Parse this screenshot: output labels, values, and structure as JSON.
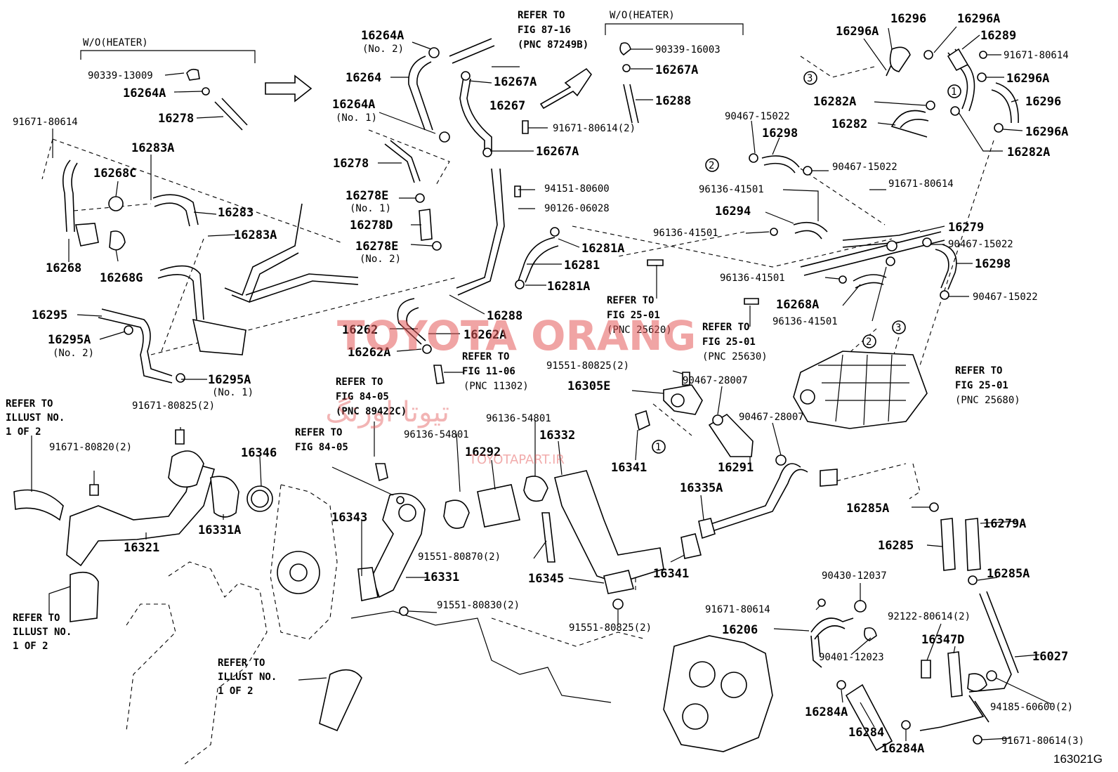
{
  "diagram_code": "163021G",
  "watermark": {
    "title": "TOYOTA ORANG",
    "persian": "تیوتا اورنگ",
    "url": "TOYOTAPART.IR"
  },
  "group_labels": {
    "wo_heater_left": "W/O(HEATER)",
    "wo_heater_top": "W/O(HEATER)"
  },
  "refer_notes": {
    "fig87": [
      "REFER TO",
      "FIG 87-16",
      "(PNC 87249B)"
    ],
    "fig25_25620": [
      "REFER TO",
      "FIG 25-01",
      "(PNC 25620)"
    ],
    "fig25_25630": [
      "REFER TO",
      "FIG 25-01",
      "(PNC 25630)"
    ],
    "fig25_25680": [
      "REFER TO",
      "FIG 25-01",
      "(PNC 25680)"
    ],
    "fig11": [
      "REFER TO",
      "FIG 11-06",
      "(PNC 11302)"
    ],
    "fig84_89422c": [
      "REFER TO",
      "FIG 84-05",
      "(PNC 89422C)"
    ],
    "fig84": [
      "REFER TO",
      "FIG 84-05"
    ],
    "illust_a": [
      "REFER TO",
      "ILLUST NO.",
      "1 OF 2"
    ],
    "illust_b": [
      "REFER TO",
      "ILLUST NO.",
      "1 OF 2"
    ],
    "illust_c": [
      "REFER TO",
      "ILLUST NO.",
      "1 OF 2"
    ]
  },
  "parts": {
    "p90339_13009": "90339-13009",
    "p16264A_l": "16264A",
    "p16278_l": "16278",
    "p91671_80614_l": "91671-80614",
    "p16283A": "16283A",
    "p16268C": "16268C",
    "p16283": "16283",
    "p16283A_b": "16283A",
    "p16268": "16268",
    "p16268G": "16268G",
    "p16295": "16295",
    "p16295A": "16295A",
    "p16295A_no2": "(No. 2)",
    "p16295A_b": "16295A",
    "p16295A_no1": "(No. 1)",
    "p16264A_t": "16264A",
    "p16264A_t_no2": "(No. 2)",
    "p16264": "16264",
    "p16264A_m": "16264A",
    "p16264A_m_no1": "(No. 1)",
    "p16278_m": "16278",
    "p16278E_1": "16278E",
    "p16278E_1_no1": "(No. 1)",
    "p16278D": "16278D",
    "p16278E_2": "16278E",
    "p16278E_2_no2": "(No. 2)",
    "p16267A_t": "16267A",
    "p16267": "16267",
    "p91671_80614_2": "91671-80614(2)",
    "p16267A_b": "16267A",
    "p94151_80600": "94151-80600",
    "p90126_06028": "90126-06028",
    "p16281A_t": "16281A",
    "p16281": "16281",
    "p16281A_b": "16281A",
    "p16288_m": "16288",
    "p16262": "16262",
    "p16262A_1": "16262A",
    "p16262A_2": "16262A",
    "p90339_16003": "90339-16003",
    "p16267A_h": "16267A",
    "p16288_h": "16288",
    "p16296": "16296",
    "p16296A_1": "16296A",
    "p16296A_2": "16296A",
    "p16289": "16289",
    "p91671_80614_r": "91671-80614",
    "p16296A_3": "16296A",
    "p16282A_1": "16282A",
    "p16296_b": "16296",
    "p16282": "16282",
    "p16296A_4": "16296A",
    "p16282A_2": "16282A",
    "p90467_15022_a": "90467-15022",
    "p16298_a": "16298",
    "p90467_15022_b": "90467-15022",
    "p96136_41501_a": "96136-41501",
    "p91671_80614_c": "91671-80614",
    "p16294": "16294",
    "p96136_41501_b": "96136-41501",
    "p16279": "16279",
    "p90467_15022_c": "90467-15022",
    "p96136_41501_c": "96136-41501",
    "p16298_b": "16298",
    "p16268A": "16268A",
    "p90467_15022_d": "90467-15022",
    "p96136_41501_d": "96136-41501",
    "p91551_80825_2a": "91551-80825(2)",
    "p16305E": "16305E",
    "p90467_28007_a": "90467-28007",
    "p90467_28007_b": "90467-28007",
    "p96136_54801_a": "96136-54801",
    "p96136_54801_b": "96136-54801",
    "p16332": "16332",
    "p16292": "16292",
    "p16341_a": "16341",
    "p16291": "16291",
    "p16335A": "16335A",
    "p16285A_1": "16285A",
    "p16279A": "16279A",
    "p16285": "16285",
    "p16285A_2": "16285A",
    "p91671_80825_2": "91671-80825(2)",
    "p91671_80820_2": "91671-80820(2)",
    "p16346": "16346",
    "p16331A": "16331A",
    "p16321": "16321",
    "p16343": "16343",
    "p16331": "16331",
    "p91551_80830_2": "91551-80830(2)",
    "p91551_80870_2": "91551-80870(2)",
    "p16345": "16345",
    "p16341_b": "16341",
    "p91551_80825_2b": "91551-80825(2)",
    "p90430_12037": "90430-12037",
    "p91671_80614_d": "91671-80614",
    "p92122_80614_2": "92122-80614(2)",
    "p16206": "16206",
    "p16347D": "16347D",
    "p16027": "16027",
    "p90401_12023": "90401-12023",
    "p16284A_1": "16284A",
    "p94185_60600_2": "94185-60600(2)",
    "p16284": "16284",
    "p16284A_2": "16284A",
    "p91671_80614_3": "91671-80614(3)"
  },
  "callouts": {
    "c1a": "1",
    "c1b": "1",
    "c2a": "2",
    "c2b": "2",
    "c3a": "3",
    "c3b": "3"
  }
}
